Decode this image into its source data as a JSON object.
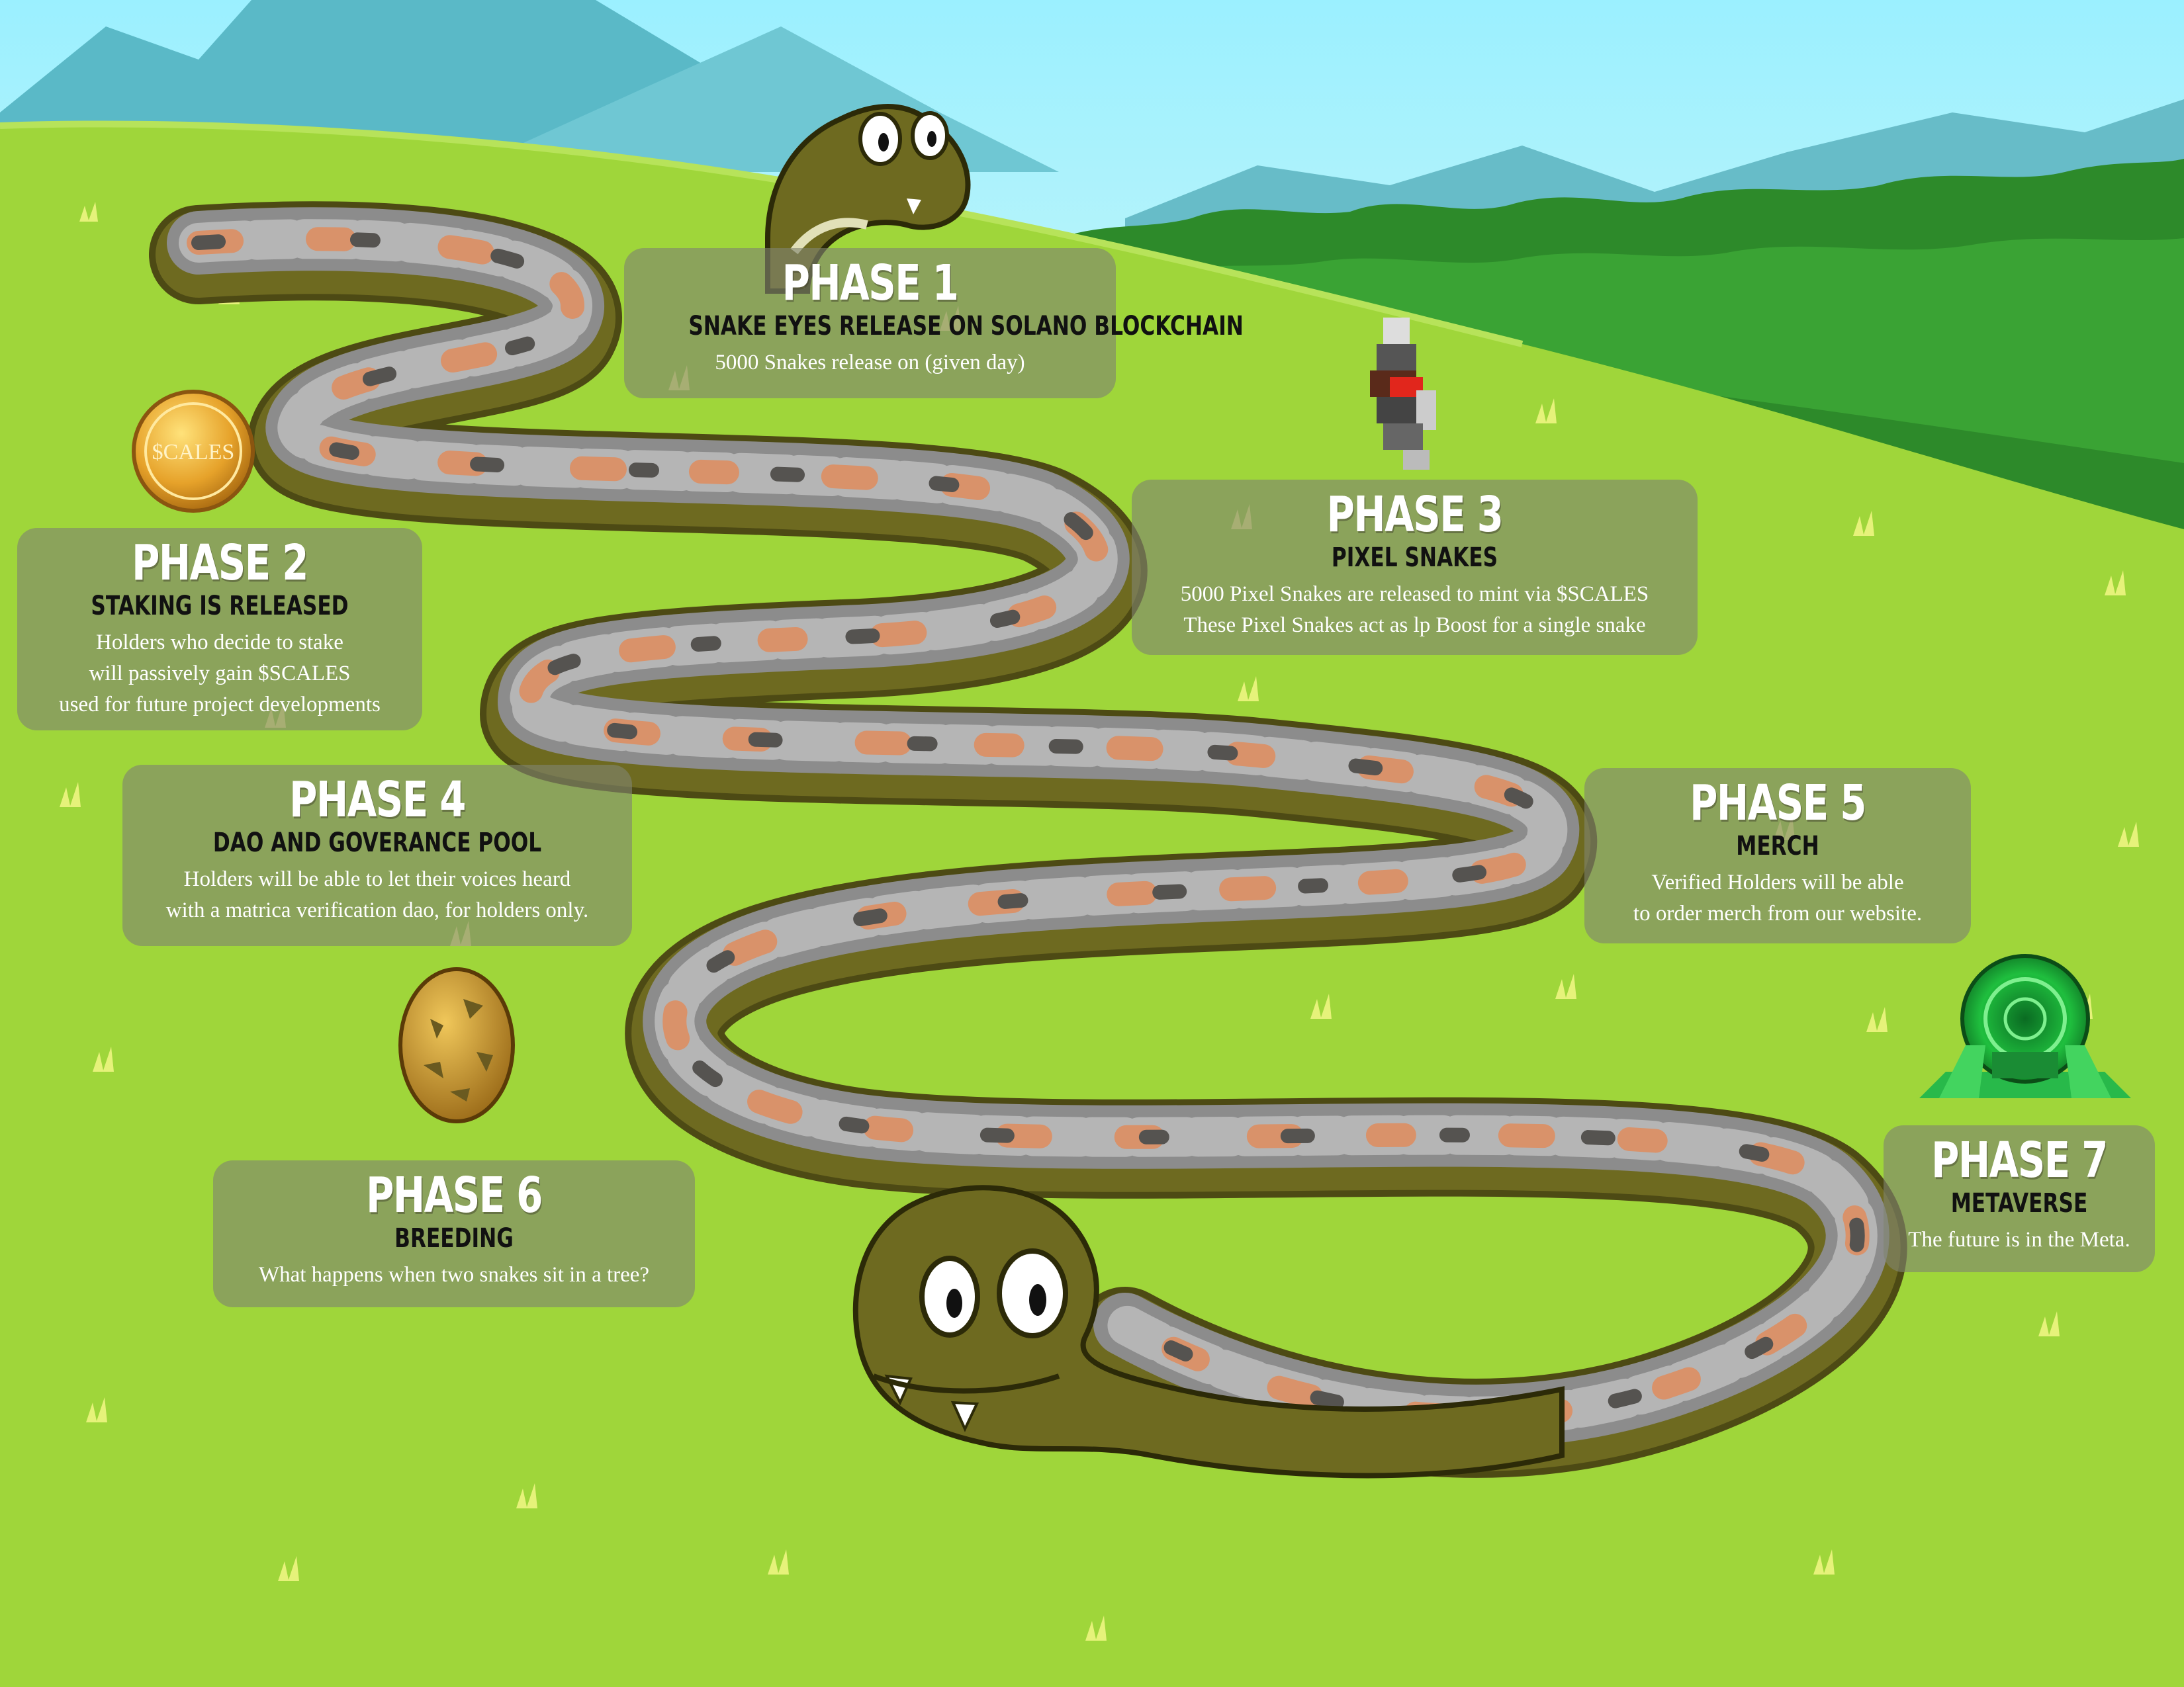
{
  "phases": [
    {
      "id": "phase-1",
      "title": "PHASE 1",
      "subtitle": "SNAKE EYES RELEASE ON SOLANO BLOCKCHAIN",
      "lines": [
        "5000 Snakes release on (given day)"
      ]
    },
    {
      "id": "phase-2",
      "title": "PHASE 2",
      "subtitle": "STAKING IS RELEASED",
      "lines": [
        "Holders who decide to stake",
        "will passively gain $SCALES",
        "used for future project developments"
      ]
    },
    {
      "id": "phase-3",
      "title": "PHASE 3",
      "subtitle": "PIXEL SNAKES",
      "lines": [
        "5000 Pixel Snakes are released to mint via $SCALES",
        "These Pixel Snakes act as lp Boost for a single snake"
      ]
    },
    {
      "id": "phase-4",
      "title": "PHASE 4",
      "subtitle": "DAO AND GOVERANCE POOL",
      "lines": [
        "Holders will be able to let their voices heard",
        "with a matrica verification dao, for holders only."
      ]
    },
    {
      "id": "phase-5",
      "title": "PHASE 5",
      "subtitle": "MERCH",
      "lines": [
        "Verified Holders will be able",
        "to order merch from our website."
      ]
    },
    {
      "id": "phase-6",
      "title": "PHASE 6",
      "subtitle": "BREEDING",
      "lines": [
        "What happens when two snakes sit in a tree?"
      ]
    },
    {
      "id": "phase-7",
      "title": "PHASE 7",
      "subtitle": "METAVERSE",
      "lines": [
        "The future is in the Meta."
      ]
    }
  ],
  "coin": {
    "text": "$CALES",
    "icon": "scales-coin-icon"
  },
  "icons": [
    "snake-head-icon",
    "pixel-snake-icon",
    "snake-egg-icon",
    "metaverse-portal-icon",
    "grass-tuft-icon"
  ],
  "colors": {
    "sky": "#a7eef7",
    "grass": "#9fd63a",
    "snake_body": "#6e6a20",
    "snake_stone": "#9a9a9a",
    "snake_stone_orange": "#d9926a",
    "card": "#80846f",
    "subtitle_text": "#111111",
    "title_text": "#ffffff"
  }
}
